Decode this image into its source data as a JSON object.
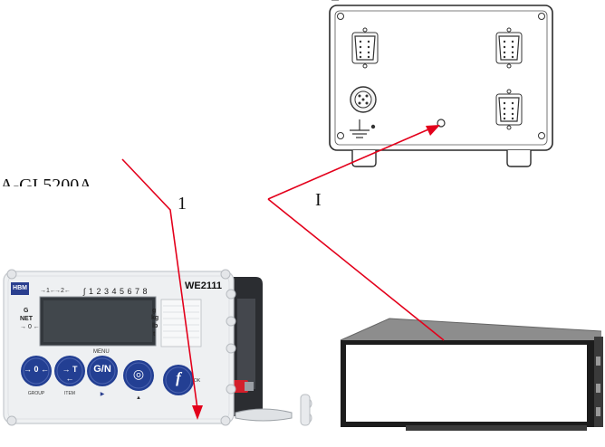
{
  "labels": {
    "number_one": "1",
    "partial_left": "A-GI 5200A",
    "partial_right": "I"
  },
  "indicator": {
    "brand": "HBM",
    "model": "WE2111",
    "mode_labels": [
      "G",
      "NET",
      "→ 0 ←"
    ],
    "range_labels": [
      "→1←",
      "→2←"
    ],
    "digit_indices": "∫ 1 2 3 4 5 6 7 8",
    "unit_labels": [
      "g",
      "kg",
      "lb",
      "t"
    ],
    "menu_label": "MENU",
    "keys": [
      {
        "glyph": "→ 0 ←",
        "caption": "GROUP"
      },
      {
        "glyph": "→ T ←",
        "caption": "ITEM"
      },
      {
        "glyph": "G/N",
        "caption": "▶"
      },
      {
        "glyph": "◎",
        "caption": "▲"
      },
      {
        "glyph": "f",
        "caption": ""
      }
    ],
    "side_caption": "OK"
  },
  "colors": {
    "leader_line": "#e3001b",
    "key_blue": "#233f93",
    "panel": "#eef0f2",
    "device_outline": "#2a2a2a"
  }
}
